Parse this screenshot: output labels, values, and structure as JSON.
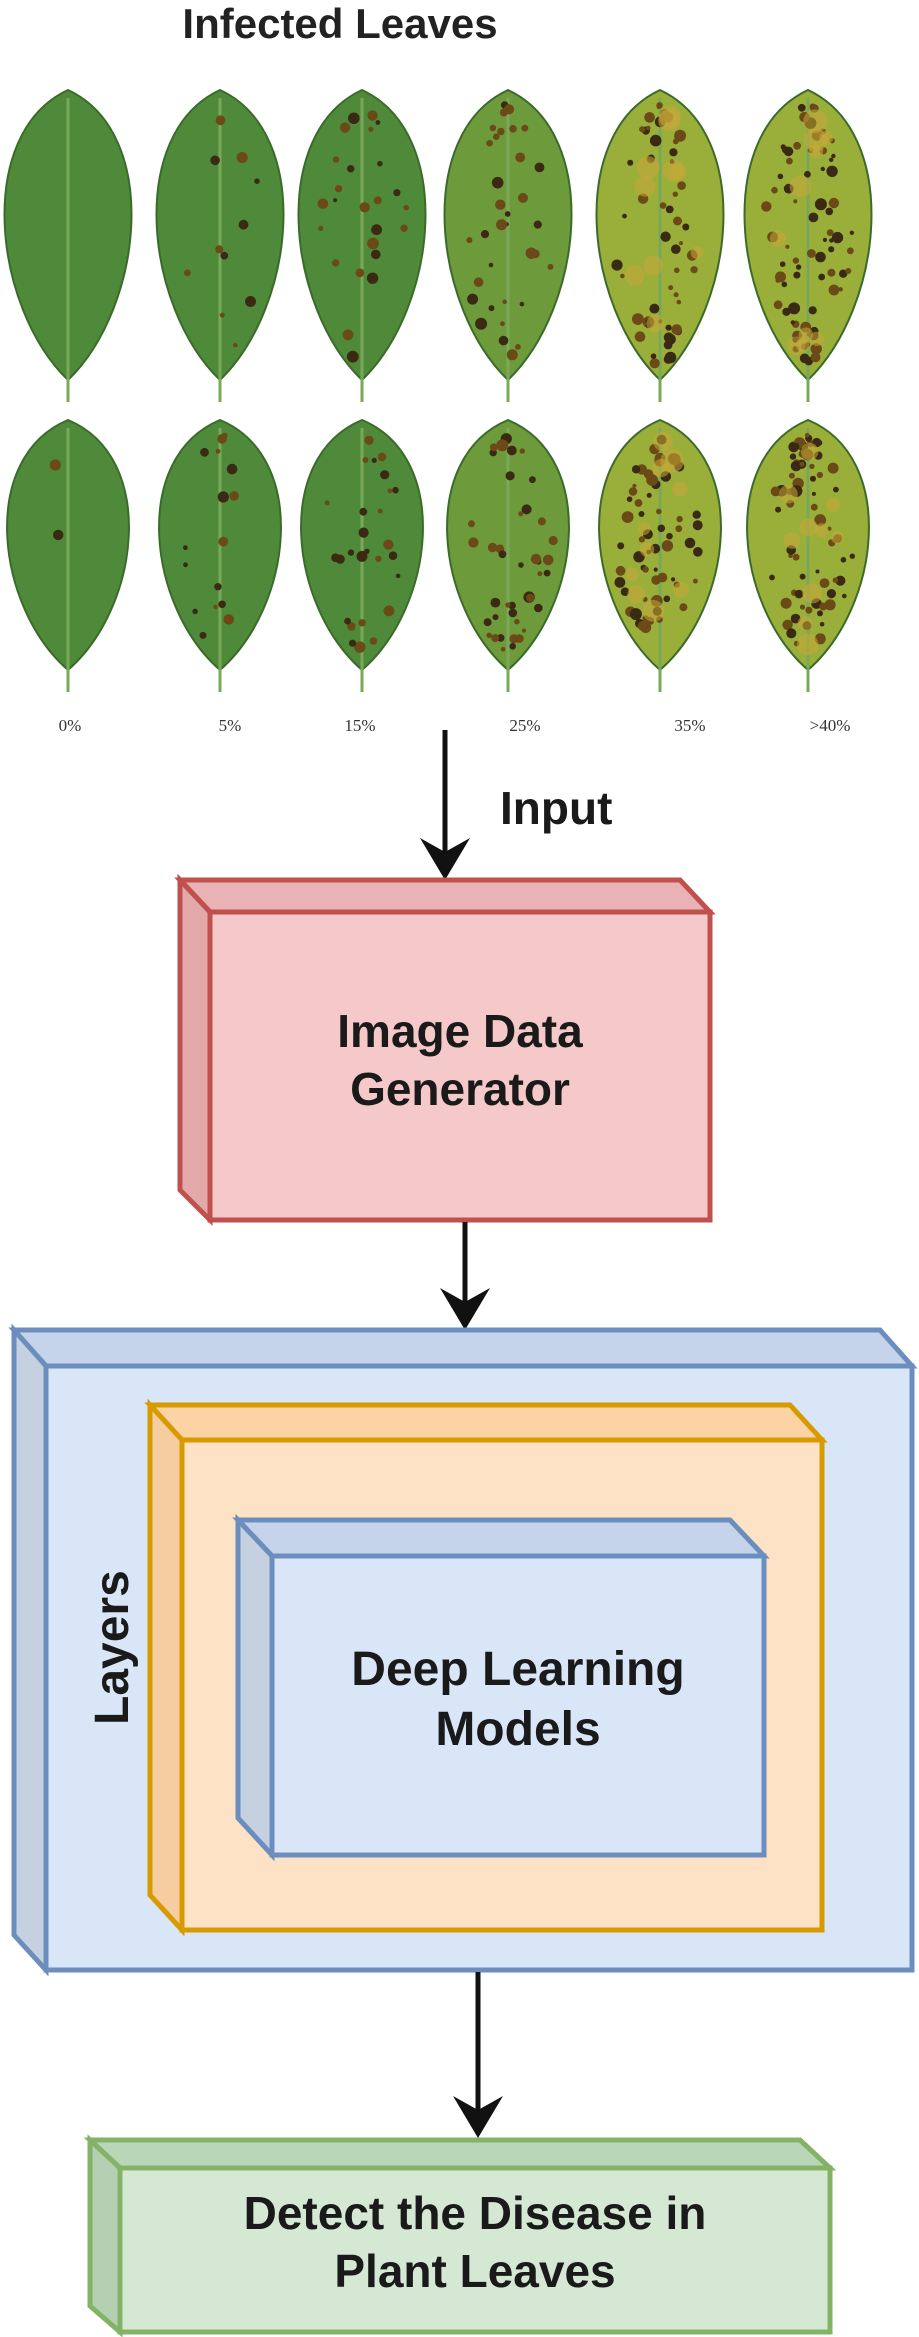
{
  "title": "Infected Leaves",
  "severity_labels": [
    "0%",
    "5%",
    "15%",
    "25%",
    "35%",
    ">40%"
  ],
  "input_label": "Input",
  "boxes": {
    "generator": {
      "line1": "Image Data",
      "line2": "Generator",
      "color": "#f5c8c9",
      "border": "#c0504d"
    },
    "layers": {
      "label": "Layers",
      "color": "#d9e6f7",
      "border": "#6c8ebf"
    },
    "middle": {
      "color": "#fde2c5",
      "border": "#d79b00"
    },
    "models": {
      "line1": "Deep Learning",
      "line2": "Models",
      "color": "#d9e6f7",
      "border": "#6c8ebf"
    },
    "output": {
      "line1": "Detect the Disease in",
      "line2": "Plant Leaves",
      "color": "#d5e8d4",
      "border": "#82b366"
    }
  },
  "leaves": {
    "top_row_severity": [
      0,
      0.12,
      0.28,
      0.38,
      0.6,
      0.8
    ],
    "bottom_row_severity": [
      0.02,
      0.18,
      0.3,
      0.45,
      0.7,
      0.75
    ]
  }
}
